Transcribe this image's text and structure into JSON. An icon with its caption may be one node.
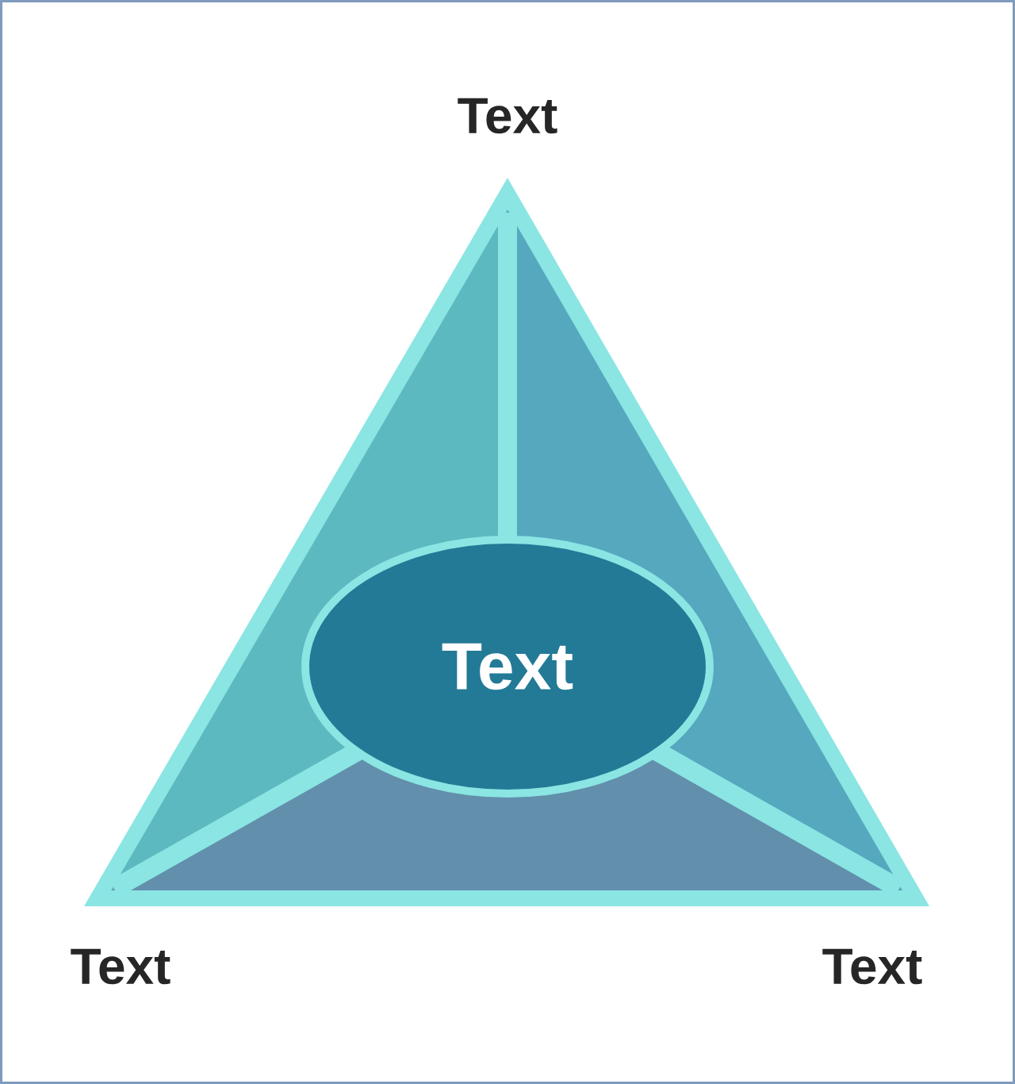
{
  "diagram": {
    "nodes": [
      {
        "text": [
          "Text"
        ]
      }
    ],
    "labels": [
      "Text",
      "Text",
      "Text"
    ]
  }
}
